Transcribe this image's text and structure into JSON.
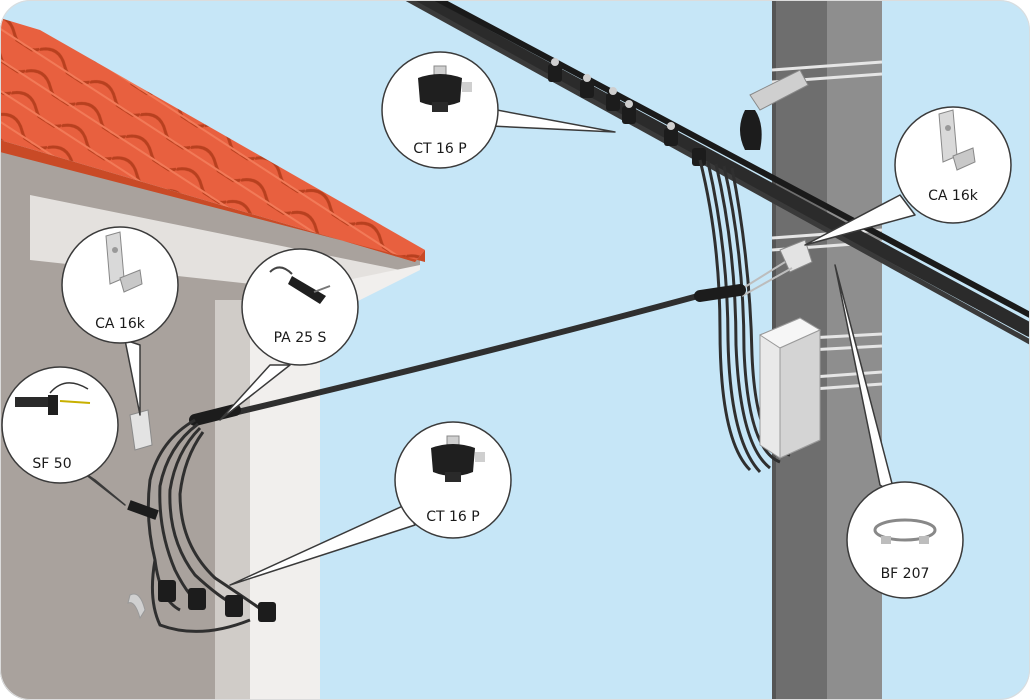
{
  "callouts": {
    "ct_top": "CT 16 P",
    "ca_pole": "CA 16k",
    "ca_wall": "CA 16k",
    "pa": "PA 25 S",
    "sf": "SF 50",
    "ct_bottom": "CT 16 P",
    "bf": "BF 207"
  },
  "colors": {
    "sky": "#c6e6f7",
    "roof": "#e8603f",
    "wall_grey": "#a9a29d",
    "pole": "#767676",
    "cable": "#2b2b2b"
  }
}
